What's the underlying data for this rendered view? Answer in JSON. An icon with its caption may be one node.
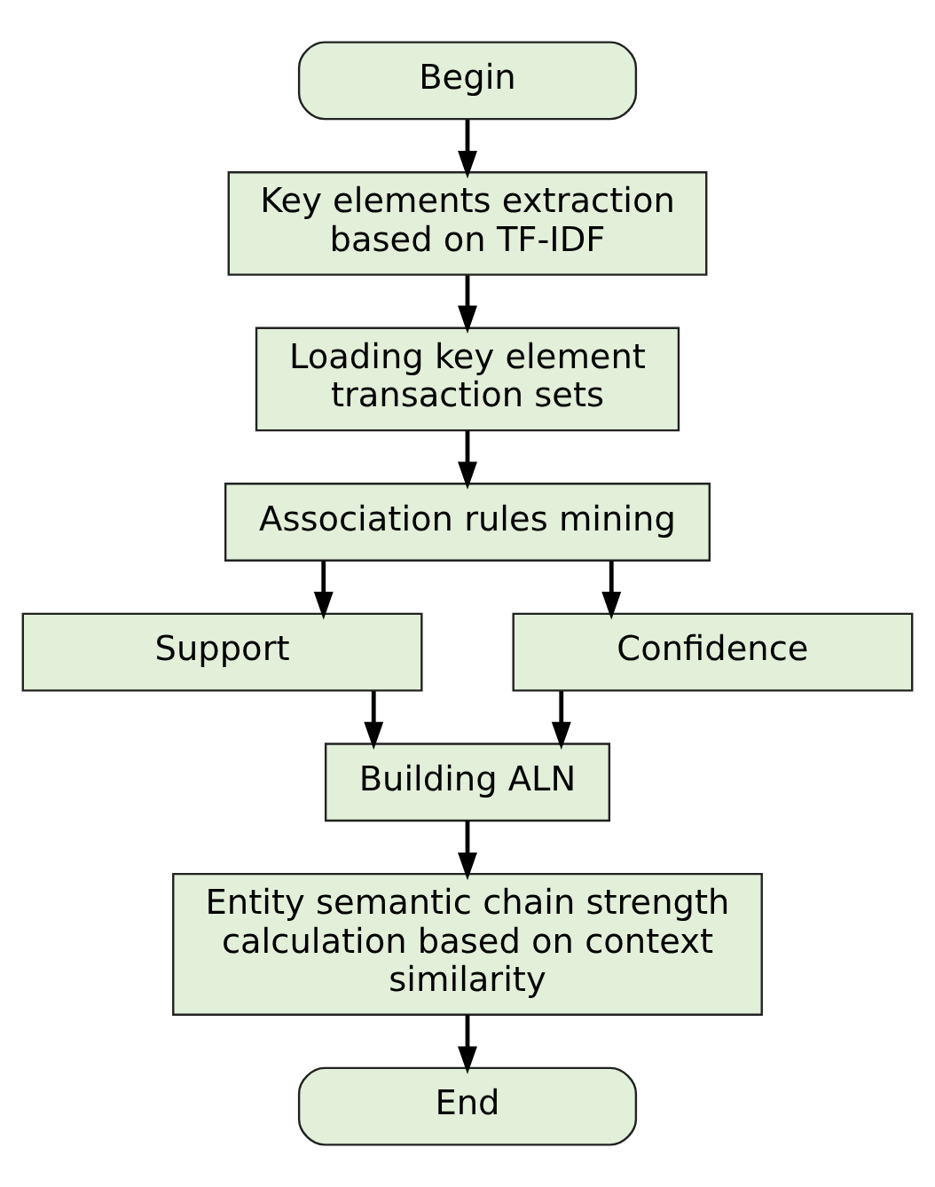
{
  "diagram": {
    "nodes": [
      {
        "text": [
          "Begin"
        ]
      },
      {
        "text": [
          "Key elements extraction based on TF-IDF"
        ]
      },
      {
        "text": [
          "Loading key element transaction sets"
        ]
      },
      {
        "text": [
          "Association rules mining"
        ]
      },
      {
        "text": [
          "Support"
        ]
      },
      {
        "text": [
          "Confidence"
        ]
      },
      {
        "text": [
          "Building ALN"
        ]
      },
      {
        "text": [
          "Entity semantic chain strength calculation based on context similarity"
        ]
      },
      {
        "text": [
          "End"
        ]
      }
    ],
    "edges": [
      {
        "from": 0,
        "to": 1,
        "arrow": "to"
      },
      {
        "from": 1,
        "to": 2,
        "arrow": "to"
      },
      {
        "from": 2,
        "to": 3,
        "arrow": "to"
      },
      {
        "from": 3,
        "to": 4,
        "arrow": "to"
      },
      {
        "from": 3,
        "to": 5,
        "arrow": "to"
      },
      {
        "from": 4,
        "to": 6,
        "arrow": "to"
      },
      {
        "from": 5,
        "to": 6,
        "arrow": "to"
      },
      {
        "from": 6,
        "to": 7,
        "arrow": "to"
      },
      {
        "from": 7,
        "to": 8,
        "arrow": "to"
      }
    ]
  }
}
